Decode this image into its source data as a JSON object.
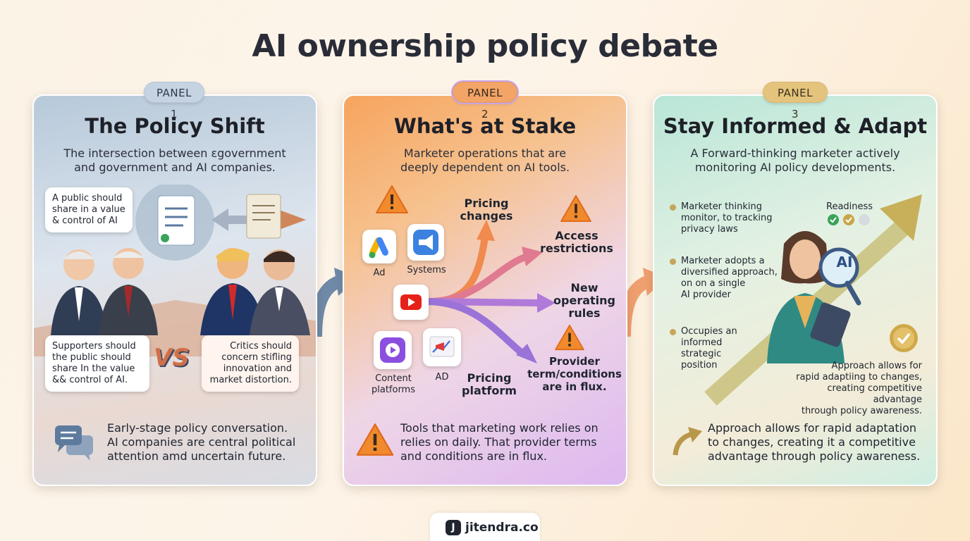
{
  "title": "AI ownership policy debate",
  "panels": [
    {
      "pill": "PANEL 1",
      "title": "The Policy Shift",
      "subtitle_lines": [
        "The intersection between ɛgovernment",
        "and government and AI companies."
      ],
      "bubble_top": [
        "A public should",
        "share in a value",
        "& control of AI"
      ],
      "supporters": [
        "Supporters should",
        "the public should",
        "share In the value",
        "&& control of AI."
      ],
      "vs": "VS",
      "critics": [
        "Critics should",
        "concern stifling",
        "innovation and",
        "market distortion."
      ],
      "bottom_lines": [
        "Early-stage policy conversation.",
        "AI companies are central political",
        "attention amd uncertain future."
      ]
    },
    {
      "pill": "PANEL 2",
      "title": "What's at Stake",
      "subtitle_lines": [
        "Marketer operations that are",
        "deeply dependent on AI tools."
      ],
      "apps": {
        "ad": "Ad",
        "systems": "Systems",
        "content": [
          "Content",
          "platforms"
        ],
        "ad2": "AD"
      },
      "labels": {
        "pricing_changes": [
          "Pricing",
          "changes"
        ],
        "access": [
          "Access",
          "restrictions"
        ],
        "new_rules": [
          "New",
          "operating",
          "rules"
        ],
        "provider": [
          "Provider",
          "term/conditions",
          "are in flux."
        ],
        "pricing_platform": [
          "Pricing",
          "platform"
        ]
      },
      "bottom_lines": [
        "Tools that marketing work relies on",
        "relies on daily. That provider terms",
        "and conditions are in flux."
      ]
    },
    {
      "pill": "PANEL 3",
      "title": "Stay Informed & Adapt",
      "subtitle_lines": [
        "A Forward-thinking marketer actively",
        "monitoring AI policy developments."
      ],
      "bullets": [
        [
          "Marketer thinking",
          "monitor, to tracking",
          "privacy laws"
        ],
        [
          "Marketer adopts a",
          "diversified approach,",
          "on on a single",
          "AI provider"
        ],
        [
          "Occupies an",
          "informed",
          "strategic",
          "position"
        ]
      ],
      "readiness": "Readiness",
      "ai_badge": "AI",
      "approach_small": [
        "Approach allows for",
        "rapid adaptiing to changes,",
        "creating competitive advantage",
        "through policy awareness."
      ],
      "bottom_lines": [
        "Approach allows for rapid adaptation",
        "to changes, creating it a competitive",
        "advantage through policy awareness."
      ]
    }
  ],
  "footer": {
    "logo": "J",
    "site": "jitendra.co"
  },
  "colors": {
    "panel1": "#c5d3e2",
    "panel2": "#f3a467",
    "panel3": "#e4c47c",
    "alert": "#f08a2c"
  }
}
